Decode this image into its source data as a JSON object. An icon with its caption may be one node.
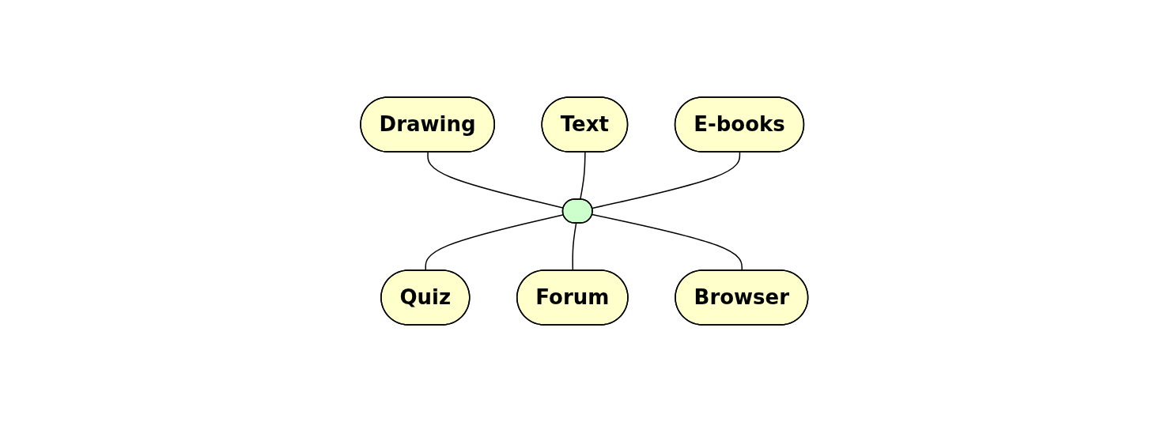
{
  "diagram": {
    "nodes": [
      {
        "text": [
          "Drawing"
        ]
      },
      {
        "text": [
          "Text"
        ]
      },
      {
        "text": [
          "E-books"
        ]
      },
      {
        "text": [],
        "shape": "box"
      },
      {
        "text": [
          "Quiz"
        ]
      },
      {
        "text": [
          "Forum"
        ]
      },
      {
        "text": [
          "Browser"
        ]
      }
    ],
    "edges": [
      {
        "from": 0,
        "to": 3,
        "arrow": "none"
      },
      {
        "from": 1,
        "to": 3,
        "arrow": "none"
      },
      {
        "from": 2,
        "to": 3,
        "arrow": "none"
      },
      {
        "from": 3,
        "to": 4,
        "arrow": "none"
      },
      {
        "from": 3,
        "to": 5,
        "arrow": "none"
      },
      {
        "from": 3,
        "to": 6,
        "arrow": "none"
      }
    ]
  }
}
